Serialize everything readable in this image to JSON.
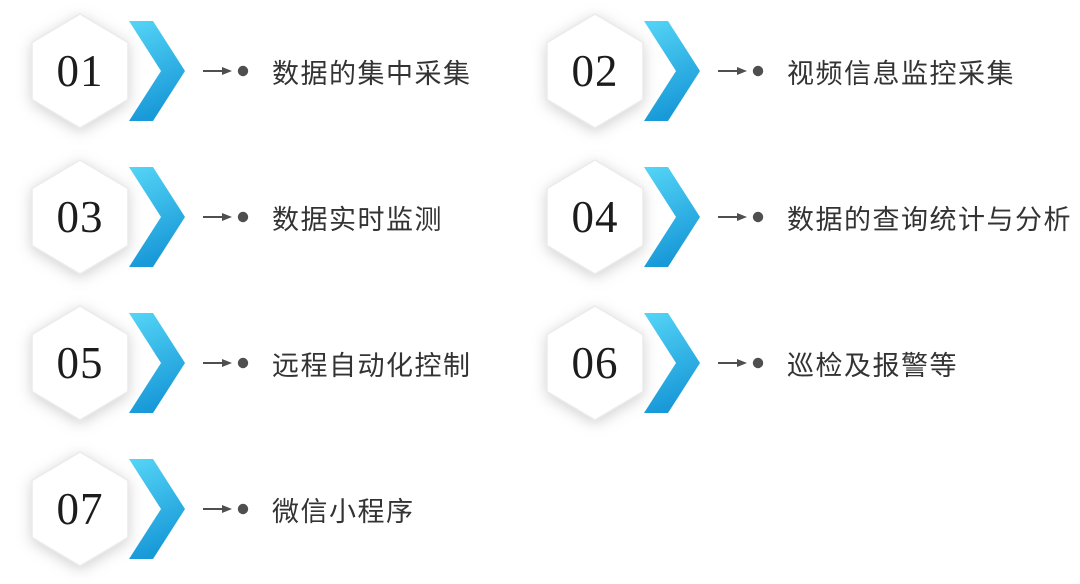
{
  "items": [
    {
      "number": "01",
      "label": "数据的集中采集"
    },
    {
      "number": "02",
      "label": "视频信息监控采集"
    },
    {
      "number": "03",
      "label": "数据实时监测"
    },
    {
      "number": "04",
      "label": "数据的查询统计与分析"
    },
    {
      "number": "05",
      "label": "远程自动化控制"
    },
    {
      "number": "06",
      "label": "巡检及报警等"
    },
    {
      "number": "07",
      "label": "微信小程序"
    }
  ],
  "colors": {
    "chevron_gradient_start": "#55d5f6",
    "chevron_gradient_end": "#1899d8",
    "hexagon_fill": "#ffffff",
    "hexagon_border": "#ebebeb",
    "number_text": "#1c1c1c",
    "label_text": "#333333",
    "arrow_dot": "#4f4f4f",
    "background": "#ffffff"
  }
}
